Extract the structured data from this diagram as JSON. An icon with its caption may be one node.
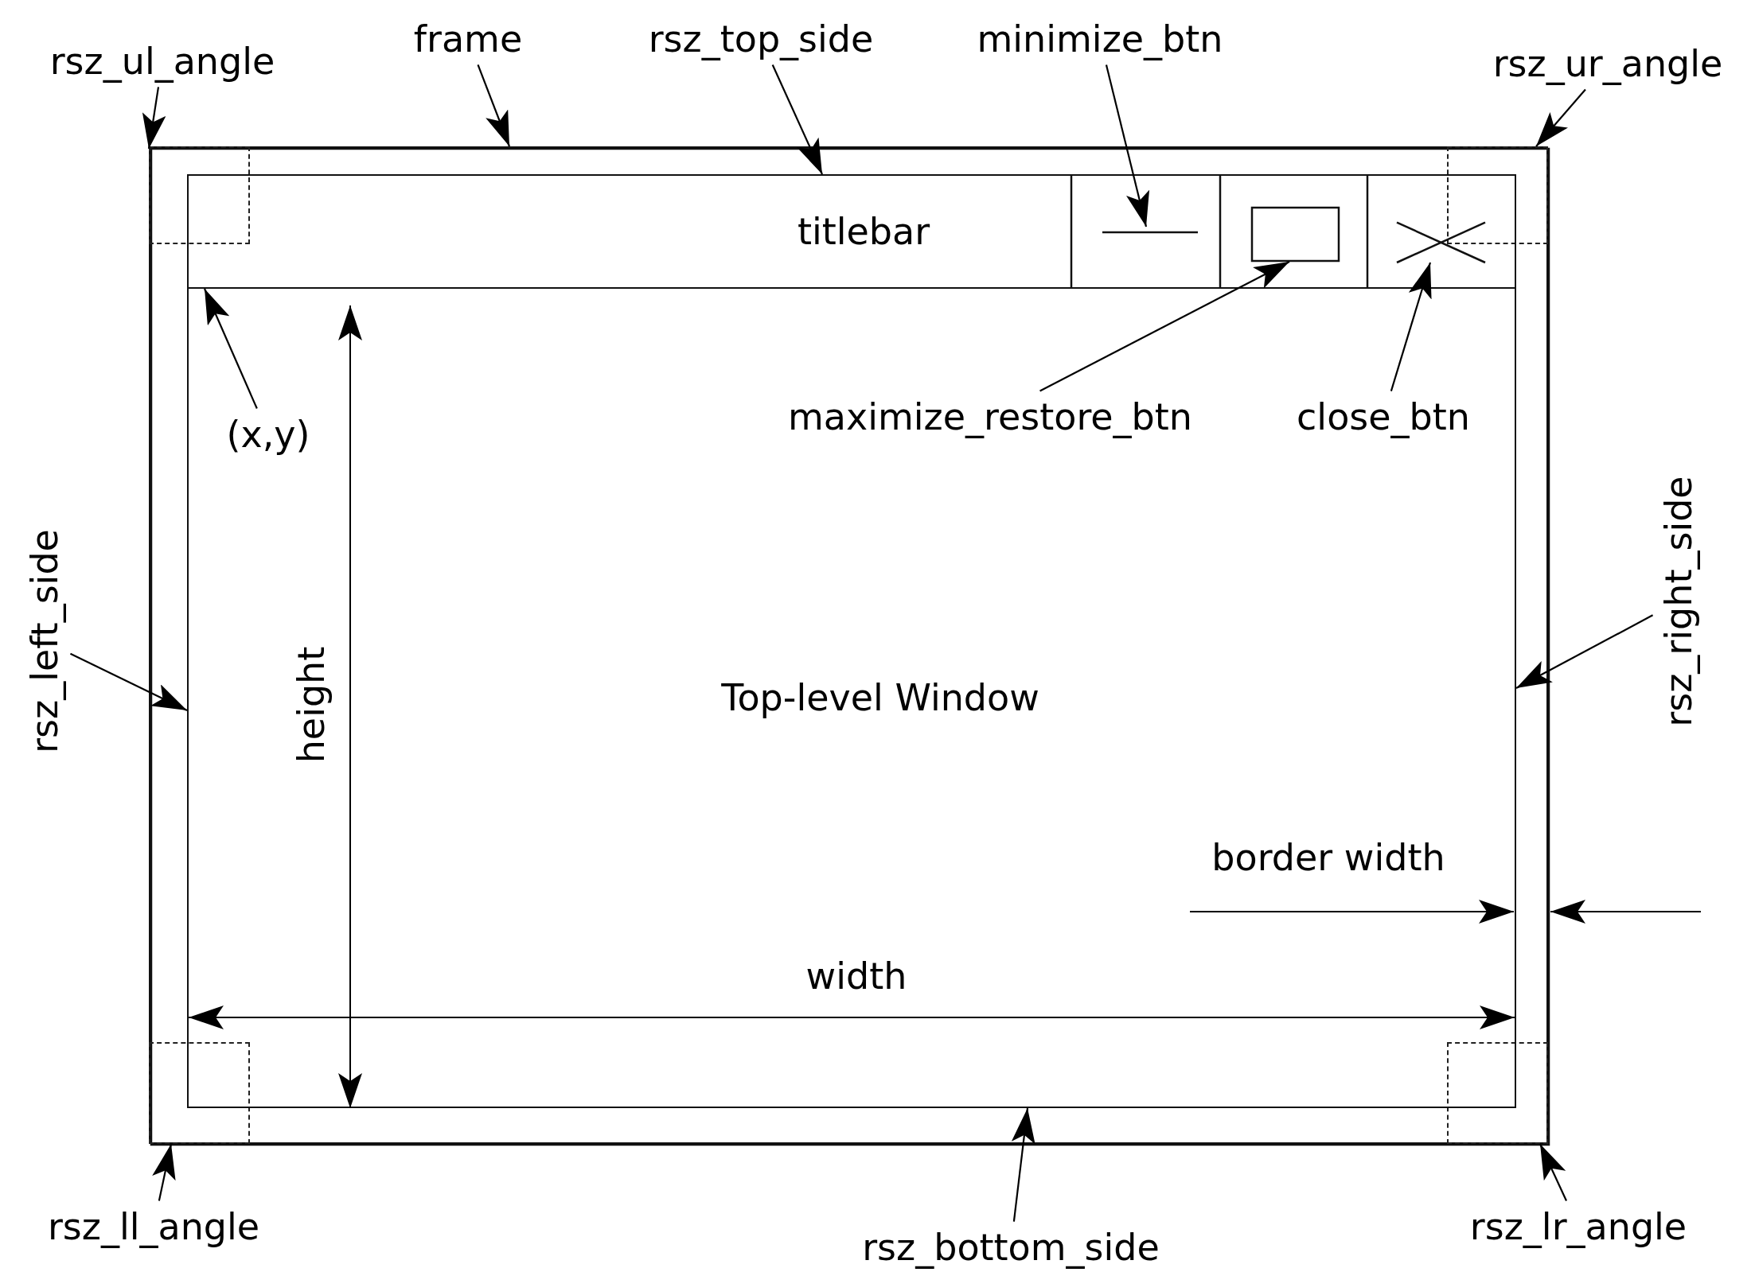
{
  "diagram": {
    "nodes": [
      {
        "text": [],
        "shape": "box"
      },
      {
        "text": [
          "Top-level Window"
        ],
        "in": 0
      },
      {
        "text": [
          "titlebar"
        ],
        "in": 1
      },
      {
        "text": [],
        "shape": "bar",
        "in": 2
      },
      {
        "text": [],
        "shape": "box",
        "in": 2
      },
      {
        "text": [],
        "shape": "cross",
        "in": 2
      },
      {
        "text": [],
        "shape": "box",
        "in": 0
      },
      {
        "text": [],
        "shape": "box",
        "in": 0
      },
      {
        "text": [],
        "shape": "box",
        "in": 0
      },
      {
        "text": [],
        "shape": "box",
        "in": 0
      },
      {
        "text": [
          "rsz_ul_angle"
        ]
      },
      {
        "text": [
          "frame"
        ]
      },
      {
        "text": [
          "rsz_top_side"
        ]
      },
      {
        "text": [
          "minimize_btn"
        ]
      },
      {
        "text": [
          "rsz_ur_angle"
        ]
      },
      {
        "text": [
          "maximize_restore_btn"
        ],
        "in": 1
      },
      {
        "text": [
          "close_btn"
        ],
        "in": 1
      },
      {
        "text": [
          "(x,y)"
        ],
        "in": 1
      },
      {
        "text": [
          "rsz_left_side"
        ]
      },
      {
        "text": [
          "rsz_right_side"
        ]
      },
      {
        "text": [
          "rsz_ll_angle"
        ]
      },
      {
        "text": [
          "rsz_bottom_side"
        ]
      },
      {
        "text": [
          "rsz_lr_angle"
        ]
      }
    ],
    "edges": [
      {
        "from": 10,
        "to": 6,
        "arrow": "to"
      },
      {
        "from": 11,
        "to": 0,
        "arrow": "to"
      },
      {
        "from": 12,
        "to": 2,
        "arrow": "to"
      },
      {
        "from": 13,
        "to": 3,
        "arrow": "to"
      },
      {
        "from": 14,
        "to": 7,
        "arrow": "to"
      },
      {
        "from": 15,
        "to": 4,
        "arrow": "to"
      },
      {
        "from": 16,
        "to": 5,
        "arrow": "to"
      },
      {
        "from": 17,
        "to": 2,
        "arrow": "to"
      },
      {
        "from": 18,
        "to": 1,
        "arrow": "to"
      },
      {
        "from": 19,
        "to": 1,
        "arrow": "to"
      },
      {
        "from": 20,
        "to": 8,
        "arrow": "to"
      },
      {
        "from": 21,
        "to": 1,
        "arrow": "to"
      },
      {
        "from": 22,
        "to": 9,
        "arrow": "to"
      }
    ],
    "labels": [
      "height",
      "border width",
      "width"
    ]
  }
}
